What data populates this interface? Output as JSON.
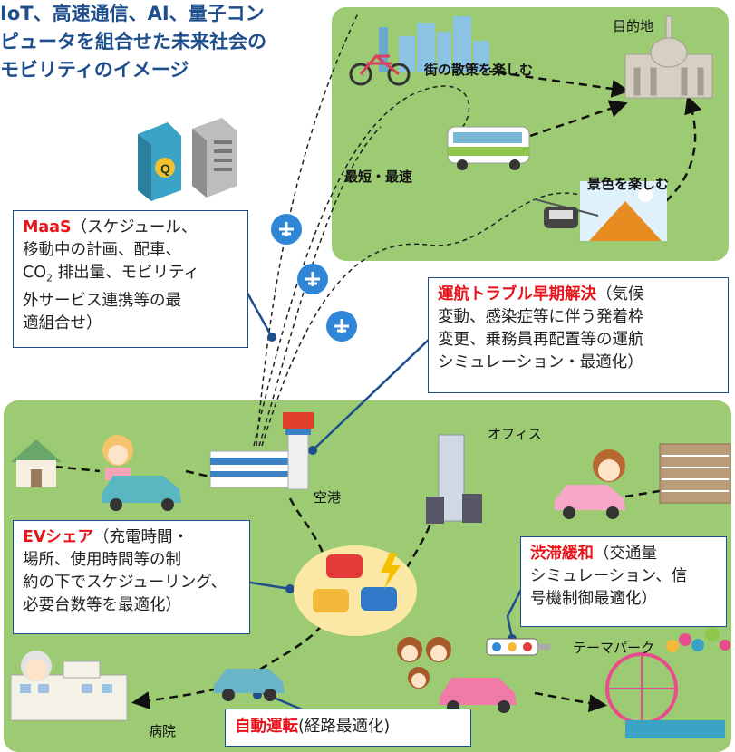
{
  "title": "IoT、高速通信、AI、量子コンピュータを組合せた未来社会のモビリティのイメージ",
  "colors": {
    "panel": "#9ccb73",
    "accent_blue": "#1f4e8c",
    "highlight_red": "#e8121a",
    "plane_circle": "#2f86d6"
  },
  "labels": {
    "destination": "目的地",
    "walk": "街の散策を楽しむ",
    "fastest": "最短・最速",
    "scenery": "景色を楽しむ",
    "office": "オフィス",
    "airport": "空港",
    "theme_park": "テーマパーク",
    "hospital": "病院"
  },
  "boxes": {
    "maas": {
      "title": "MaaS",
      "body_line1": "（スケジュール、",
      "body_line2": "移動中の計画、配車、",
      "co2_prefix": "CO",
      "co2_sub": "2",
      "co2_suffix": " 排出量、モビリティ",
      "body_line4": "外サービス連携等の最",
      "body_line5": "適組合せ）"
    },
    "trouble": {
      "title": "運航トラブル早期解決",
      "body_line1": "（気候",
      "body_line2": "変動、感染症等に伴う発着枠",
      "body_line3": "変更、乗務員再配置等の運航",
      "body_line4": "シミュレーション・最適化）"
    },
    "ev": {
      "title": "EVシェア",
      "body_line1": "（充電時間・",
      "body_line2": "場所、使用時間等の制",
      "body_line3": "約の下でスケジューリング、",
      "body_line4": "必要台数等を最適化）"
    },
    "traffic": {
      "title": "渋滞緩和",
      "body_line1": "（交通量",
      "body_line2": "シミュレーション、信",
      "body_line3": "号機制御最適化）"
    },
    "auto": {
      "title": "自動運転",
      "body": "(経路最適化)"
    }
  },
  "icons": [
    "q-server-icon",
    "server-icon",
    "bicycle-icon",
    "city-skyline-icon",
    "bus-icon",
    "cathedral-icon",
    "ropeway-gondola-icon",
    "mountain-icon",
    "airplane-icon",
    "house-icon",
    "person-icon",
    "car-icon",
    "airport-tower-icon",
    "office-tower-icon",
    "apartment-icon",
    "shared-ev-cars-icon",
    "lightning-icon",
    "traffic-signal-icon",
    "ferris-wheel-icon",
    "balloons-icon",
    "hospital-icon",
    "elderly-person-icon"
  ]
}
